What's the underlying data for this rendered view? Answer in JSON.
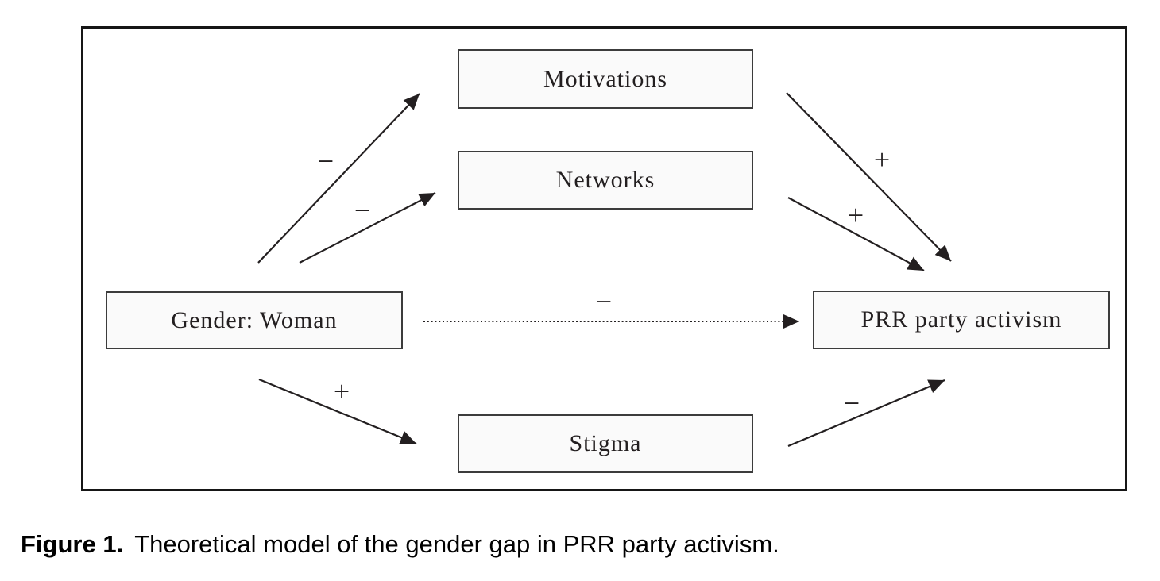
{
  "model": {
    "nodes": {
      "gender": {
        "label": "Gender: Woman"
      },
      "motivations": {
        "label": "Motivations"
      },
      "networks": {
        "label": "Networks"
      },
      "stigma": {
        "label": "Stigma"
      },
      "prr": {
        "label": "PRR party activism"
      }
    },
    "edges": {
      "gender_to_motivations": {
        "from": "gender",
        "to": "motivations",
        "sign": "−",
        "style": "solid"
      },
      "gender_to_networks": {
        "from": "gender",
        "to": "networks",
        "sign": "−",
        "style": "solid"
      },
      "gender_to_stigma": {
        "from": "gender",
        "to": "stigma",
        "sign": "+",
        "style": "solid"
      },
      "gender_to_prr_direct": {
        "from": "gender",
        "to": "prr",
        "sign": "−",
        "style": "dotted"
      },
      "motivations_to_prr": {
        "from": "motivations",
        "to": "prr",
        "sign": "+",
        "style": "solid"
      },
      "networks_to_prr": {
        "from": "networks",
        "to": "prr",
        "sign": "+",
        "style": "solid"
      },
      "stigma_to_prr": {
        "from": "stigma",
        "to": "prr",
        "sign": "−",
        "style": "solid"
      }
    }
  },
  "caption": {
    "number": "Figure 1.",
    "text": "Theoretical model of the gender gap in PRR party activism."
  },
  "colors": {
    "ink": "#231f20",
    "node_fill": "#fafafa",
    "node_border": "#3c3c3c",
    "frame_border": "#161616"
  }
}
